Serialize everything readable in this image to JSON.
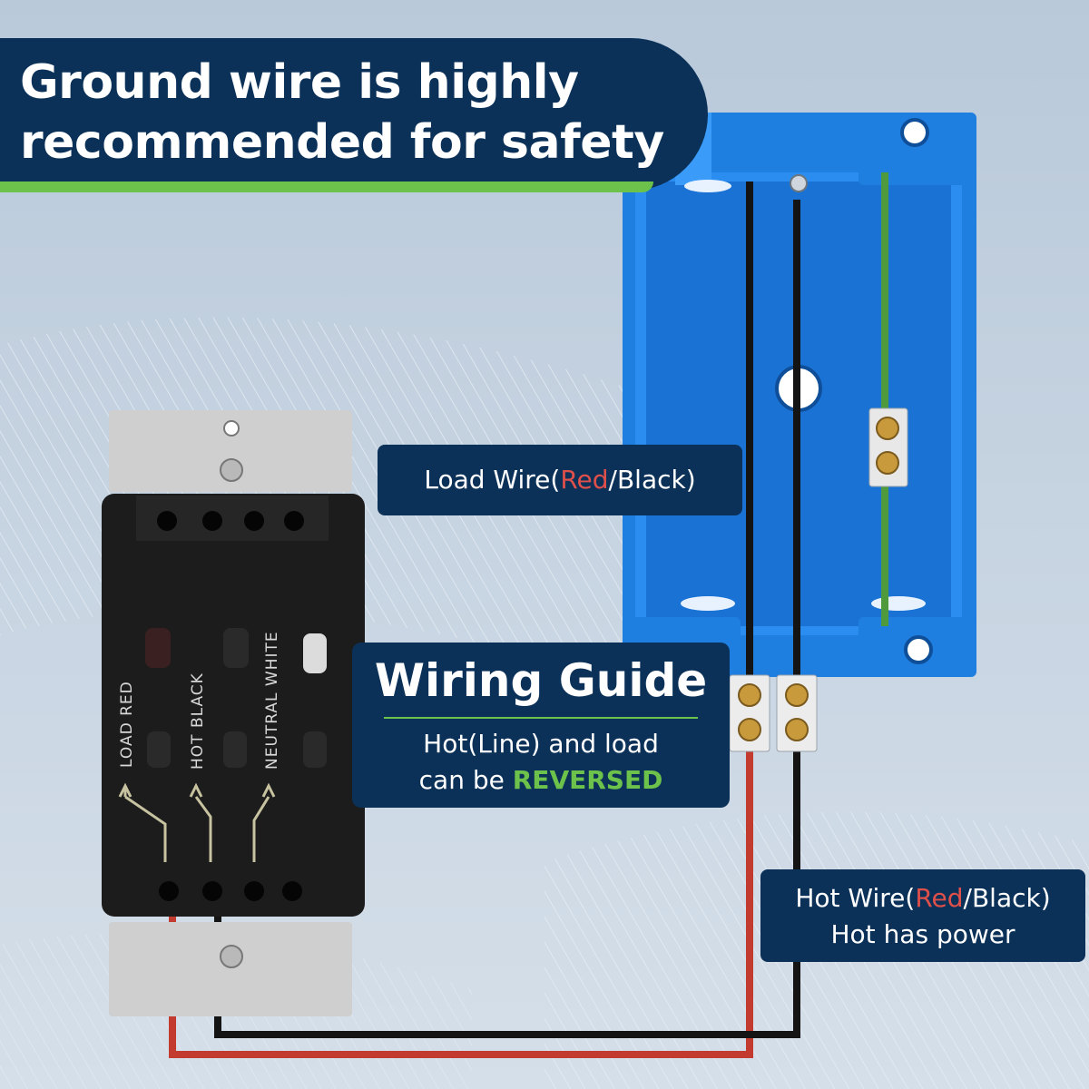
{
  "banner": {
    "line1": "Ground wire is highly",
    "line2": "recommended for safety"
  },
  "load_label": {
    "prefix": "Load Wire(",
    "red_word": "Red",
    "suffix": "/Black)"
  },
  "wiring_guide": {
    "title": "Wiring Guide",
    "line1": "Hot(Line) and load",
    "line2_prefix": "can be ",
    "line2_highlight": "REVERSED"
  },
  "hot_label": {
    "line1_prefix": "Hot Wire(",
    "line1_red_word": "Red",
    "line1_suffix": "/Black)",
    "line2": "Hot has power"
  },
  "switch_labels": {
    "load": "LOAD RED",
    "hot": "HOT BLACK",
    "neutral": "NEUTRAL WHITE"
  },
  "colors": {
    "navy": "#0b3158",
    "green_accent": "#6cc24a",
    "red_text": "#e0504a",
    "background": "#c9d6e3",
    "junction_box": "#1f7fe0",
    "red_wire": "#c33b2e",
    "black_wire": "#141414",
    "ground_wire": "#4f9a3c"
  }
}
